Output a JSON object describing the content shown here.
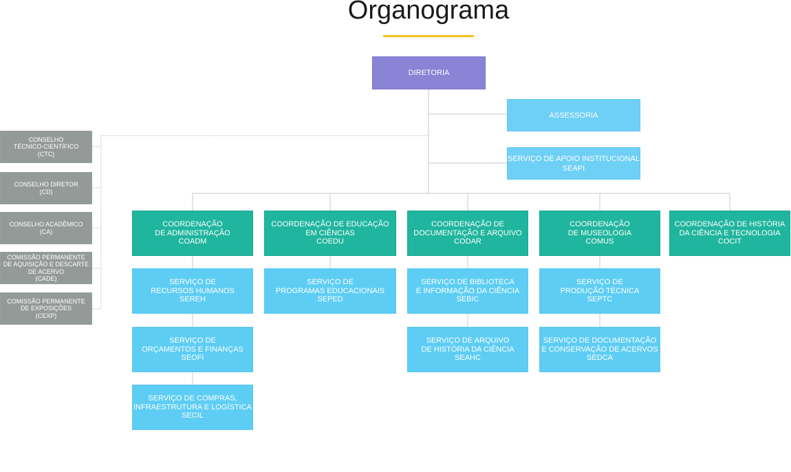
{
  "title": "Organograma",
  "colors": {
    "title_rule": "#f2c21b",
    "diretoria": "#8a84d6",
    "assessoria": "#6fd0f6",
    "coordenacao": "#20b59e",
    "servico": "#5ecdf3",
    "conselho": "#949a98",
    "line": "#c8c8c8"
  },
  "diretoria": {
    "label": "DIRETORIA"
  },
  "assessoria": {
    "label": "ASSESSORIA"
  },
  "seapi": {
    "label": "SERVIÇO DE APOIO INSTITUCIONAL\nSEAPI"
  },
  "councils": [
    {
      "label": "CONSELHO\nTÉCNICO-CIENTÍFICO\n(CTC)"
    },
    {
      "label": "CONSELHO DIRETOR\n(CD)"
    },
    {
      "label": "CONSELHO ACADÊMICO\n(CA)"
    },
    {
      "label": "COMISSÃO PERMANENTE\nDE AQUISIÇÃO E DESCARTE\nDE ACERVO\n(CADE)"
    },
    {
      "label": "COMISSÃO PERMANENTE\nDE EXPOSIÇÕES\n(CEXP)"
    }
  ],
  "coordinations": [
    {
      "label": "COORDENAÇÃO\nDE ADMINISTRAÇÃO\nCOADM",
      "services": [
        "SERVIÇO DE\nRECURSOS HUMANOS\nSEREH",
        "SERVIÇO DE\nORÇAMENTOS E FINANÇAS\nSEOFI",
        "SERVIÇO DE COMPRAS,\nINFRAESTRUTURA E LOGÍSTICA\nSECIL"
      ]
    },
    {
      "label": "COORDENAÇÃO DE EDUCAÇÃO\nEM CIÊNCIAS\nCOEDU",
      "services": [
        "SERVIÇO DE\nPROGRAMAS EDUCACIONAIS\nSEPED"
      ]
    },
    {
      "label": "COORDENAÇÃO DE\nDOCUMENTAÇÃO E ARQUIVO\nCODAR",
      "services": [
        "SERVIÇO DE BIBLIOTECA\nE INFORMAÇÃO DA CIÊNCIA\nSEBIC",
        "SERVIÇO DE ARQUIVO\nDE HISTÓRIA DA CIÊNCIA\nSEAHC"
      ]
    },
    {
      "label": "COORDENAÇÃO\nDE MUSEOLOGIA\nCOMUS",
      "services": [
        "SERVIÇO DE\nPRODUÇÃO TÉCNICA\nSEPTC",
        "SERVIÇO DE DOCUMENTAÇÃO\nE CONSERVAÇÃO DE ACERVOS\nSEDCA"
      ]
    },
    {
      "label": "COORDENAÇÃO DE HISTÓRIA\nDA CIÊNCIA E TECNOLOGIA\nCOCIT",
      "services": []
    }
  ]
}
